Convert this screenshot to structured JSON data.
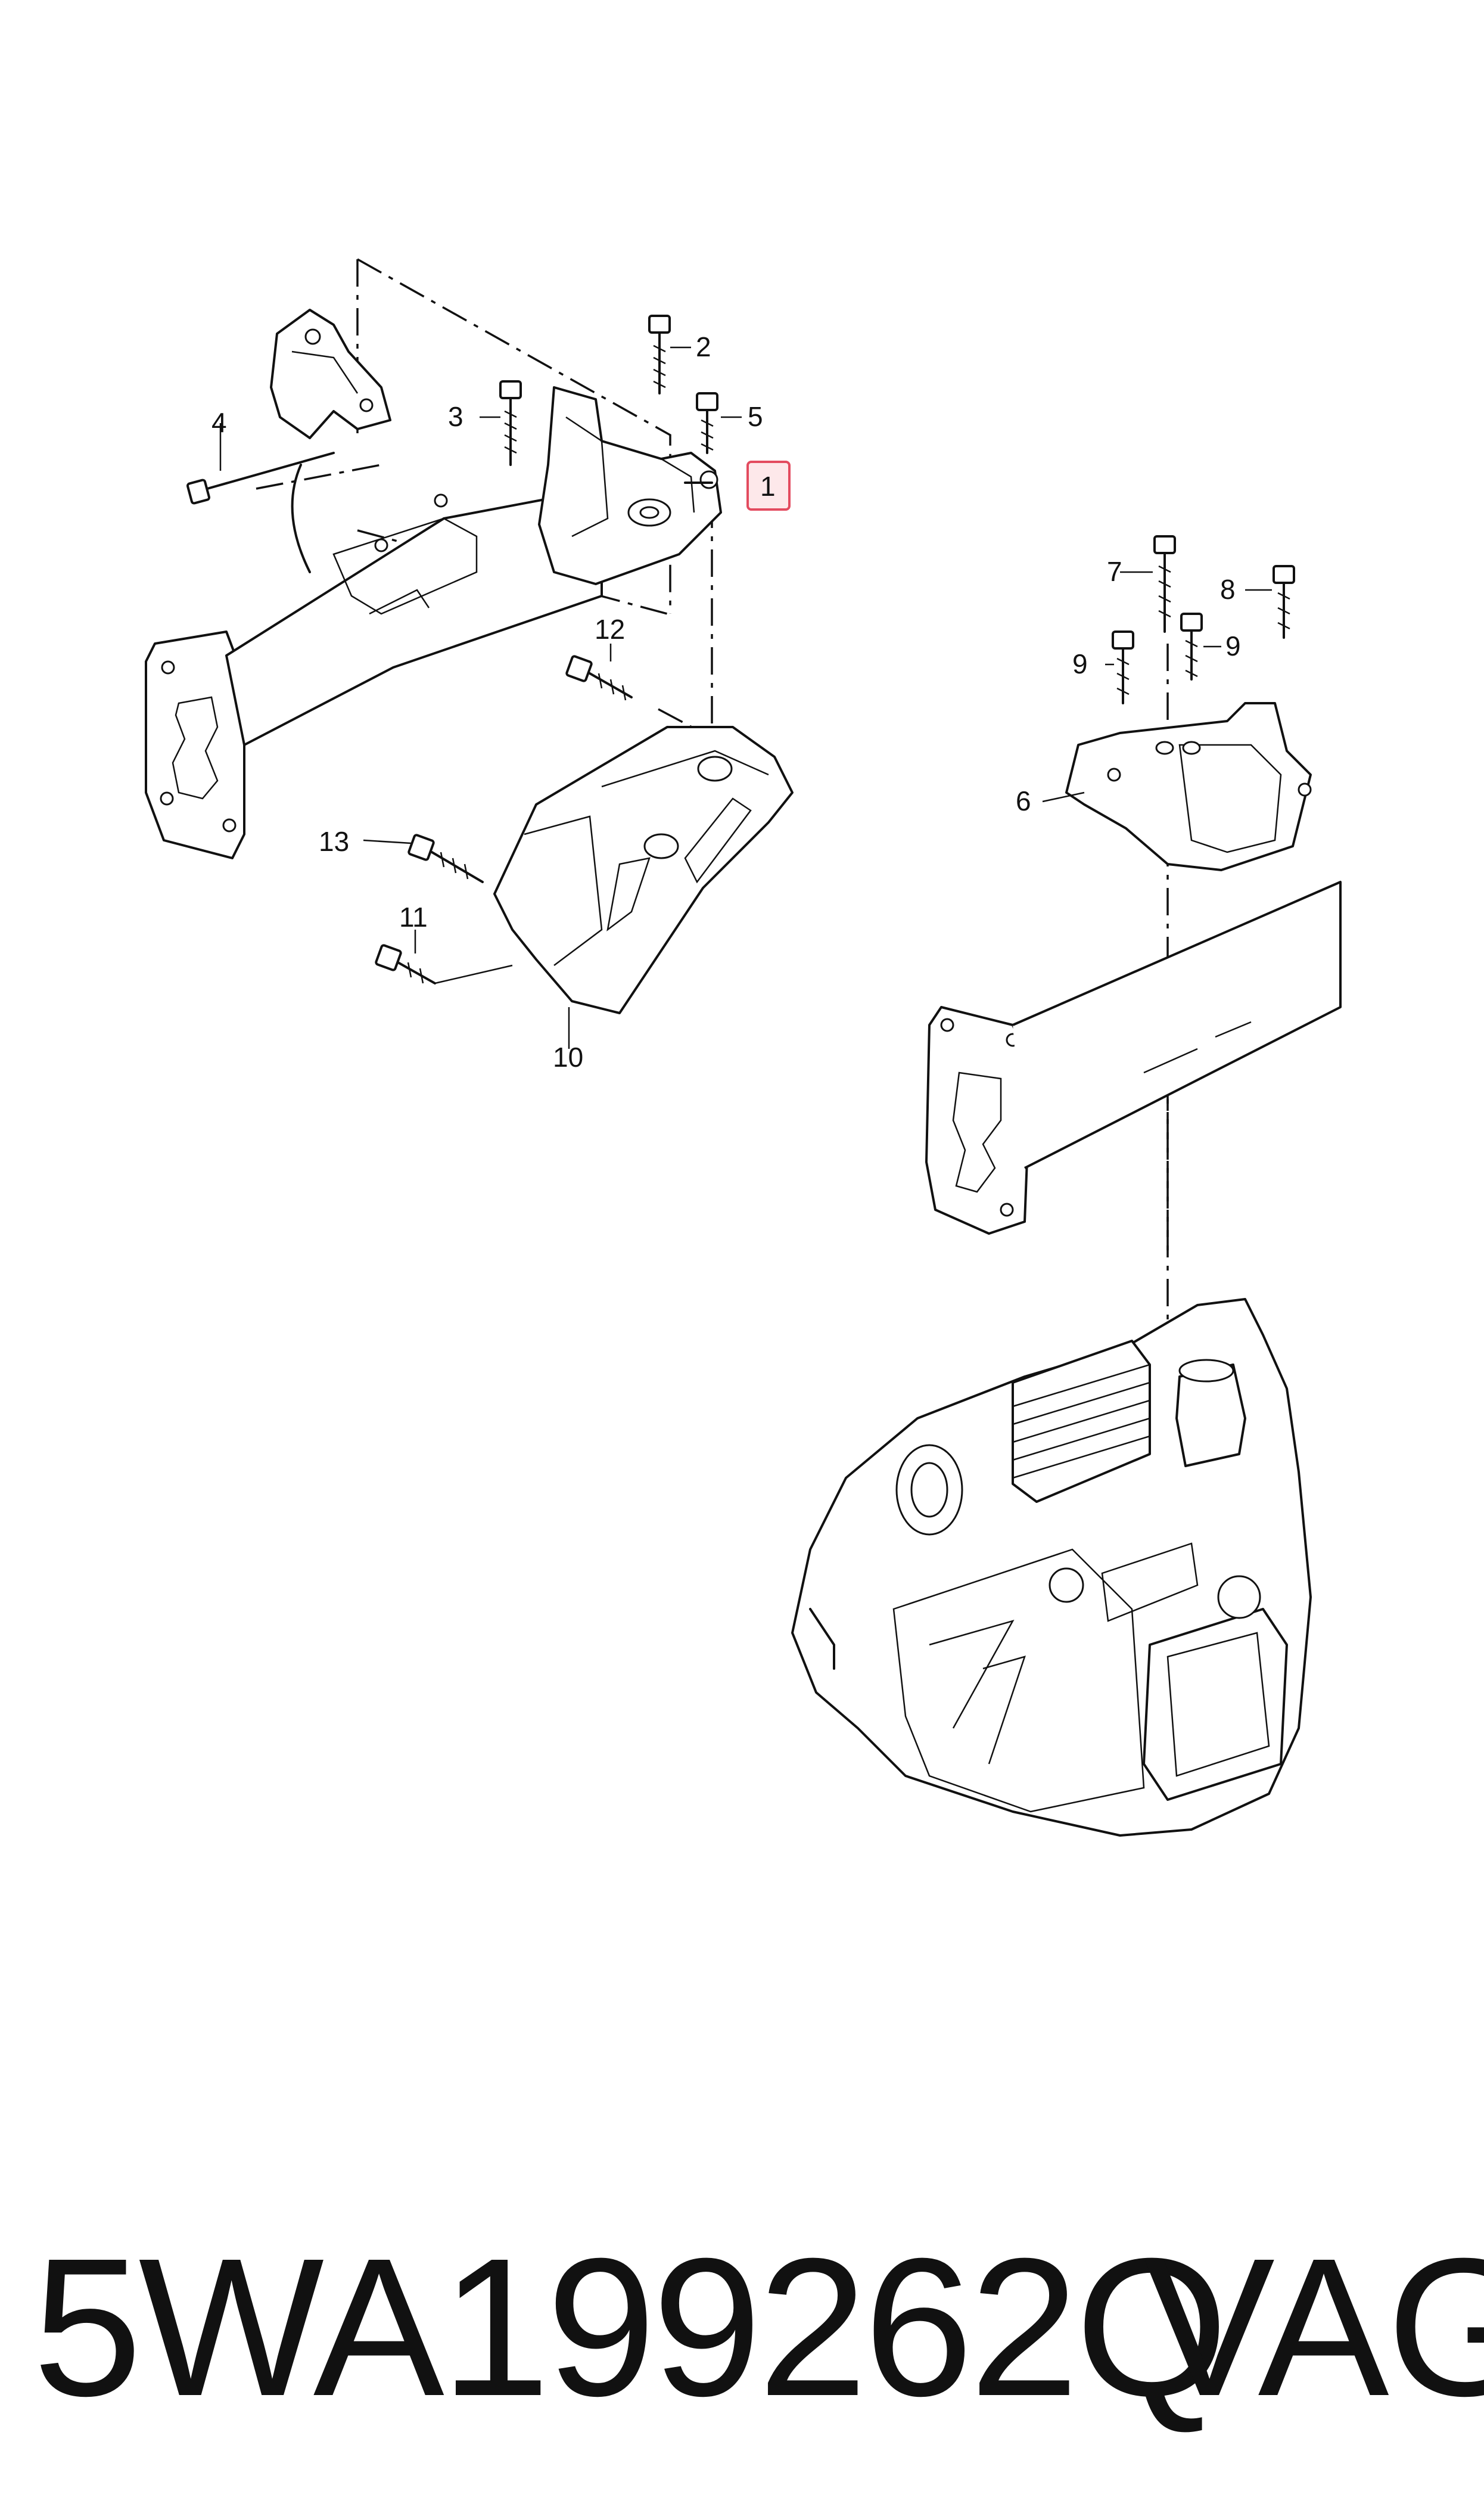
{
  "callouts": {
    "c1": "1",
    "c2": "2",
    "c3": "3",
    "c4": "4",
    "c5": "5",
    "c6": "6",
    "c7": "7",
    "c8": "8",
    "c9a": "9",
    "c9b": "9",
    "c10": "10",
    "c11": "11",
    "c12": "12",
    "c13": "13"
  },
  "colors": {
    "highlight_fill": "#fde8ea",
    "highlight_stroke": "#e34b5f",
    "ink": "#111111"
  },
  "footer": {
    "part_number": "5WA199262Q",
    "brand": "VAG"
  }
}
